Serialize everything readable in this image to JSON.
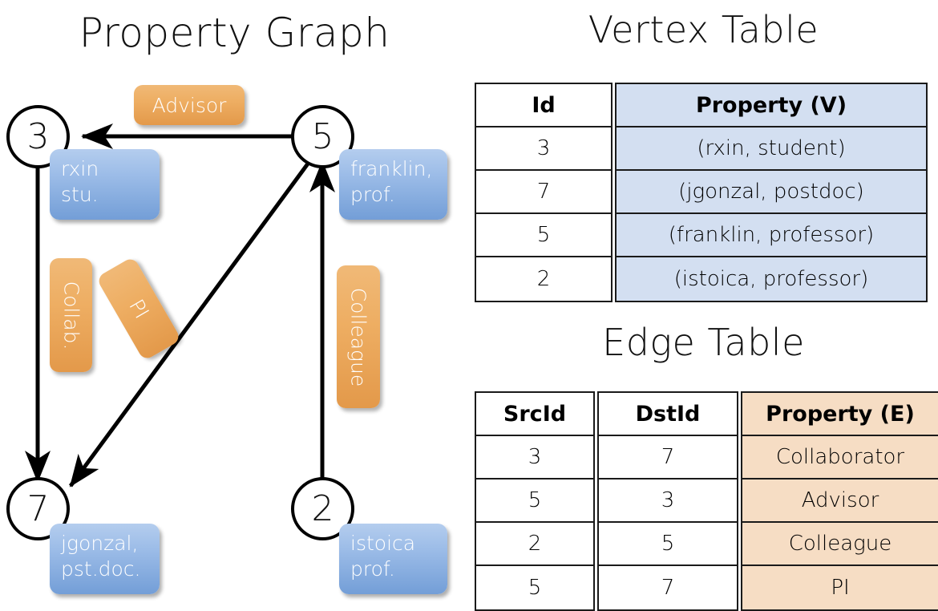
{
  "titles": {
    "property_graph": "Property Graph",
    "vertex_table": "Vertex Table",
    "edge_table": "Edge Table"
  },
  "colors": {
    "vertex_shade": "#d3dff1",
    "edge_shade": "#f6ddc4",
    "property_box_blue": "#739ed7",
    "edge_label_orange": "#e3994a",
    "stroke": "#000000"
  },
  "graph": {
    "nodes": [
      {
        "id": "3",
        "property_line1": "rxin",
        "property_line2": "stu."
      },
      {
        "id": "5",
        "property_line1": "franklin,",
        "property_line2": "prof."
      },
      {
        "id": "7",
        "property_line1": "jgonzal,",
        "property_line2": "pst.doc."
      },
      {
        "id": "2",
        "property_line1": "istoica",
        "property_line2": "prof."
      }
    ],
    "edge_labels": [
      {
        "text": "Advisor"
      },
      {
        "text": "Collab."
      },
      {
        "text": "PI"
      },
      {
        "text": "Colleague"
      }
    ],
    "edges": [
      {
        "src": "5",
        "dst": "3",
        "label": "Advisor"
      },
      {
        "src": "3",
        "dst": "7",
        "label": "Collab."
      },
      {
        "src": "5",
        "dst": "7",
        "label": "PI"
      },
      {
        "src": "2",
        "dst": "5",
        "label": "Colleague"
      }
    ]
  },
  "vertex_table": {
    "headers": {
      "id": "Id",
      "property": "Property (V)"
    },
    "rows": [
      {
        "id": "3",
        "property": "(rxin, student)"
      },
      {
        "id": "7",
        "property": "(jgonzal, postdoc)"
      },
      {
        "id": "5",
        "property": "(franklin, professor)"
      },
      {
        "id": "2",
        "property": "(istoica, professor)"
      }
    ]
  },
  "edge_table": {
    "headers": {
      "src": "SrcId",
      "dst": "DstId",
      "property": "Property (E)"
    },
    "rows": [
      {
        "src": "3",
        "dst": "7",
        "property": "Collaborator"
      },
      {
        "src": "5",
        "dst": "3",
        "property": "Advisor"
      },
      {
        "src": "2",
        "dst": "5",
        "property": "Colleague"
      },
      {
        "src": "5",
        "dst": "7",
        "property": "PI"
      }
    ]
  }
}
